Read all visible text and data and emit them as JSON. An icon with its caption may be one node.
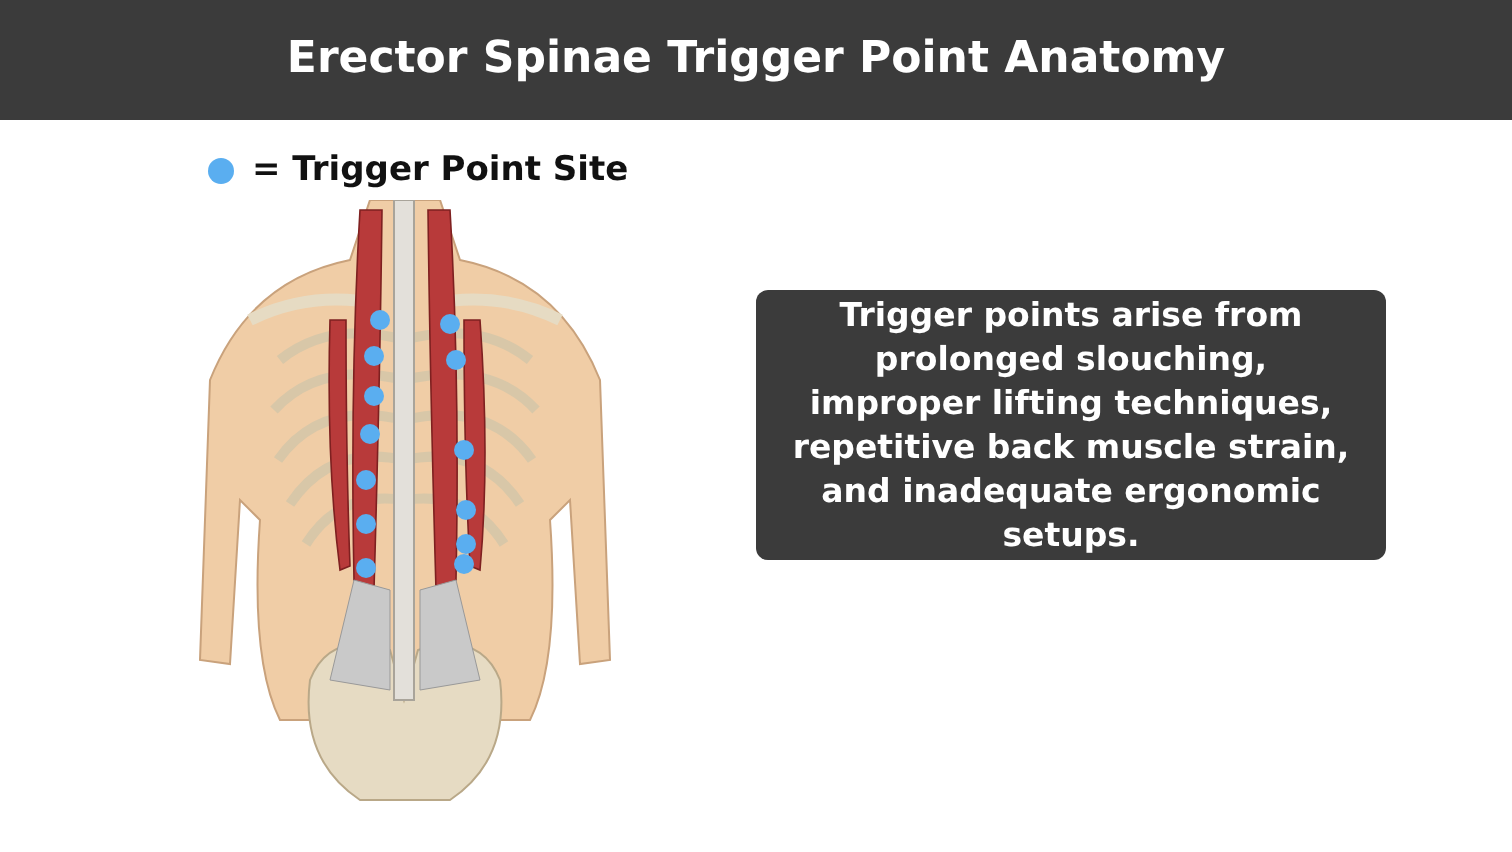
{
  "diagram": {
    "title": "Erector Spinae Trigger Point Anatomy",
    "nodes": [
      {
        "text": [
          "Trigger points arise from prolonged slouching, improper lifting techniques, repetitive back muscle strain, and inadequate ergonomic setups."
        ]
      }
    ],
    "legend": [
      {
        "text": "= Trigger Point Site",
        "color": "#5aaef0"
      }
    ]
  }
}
